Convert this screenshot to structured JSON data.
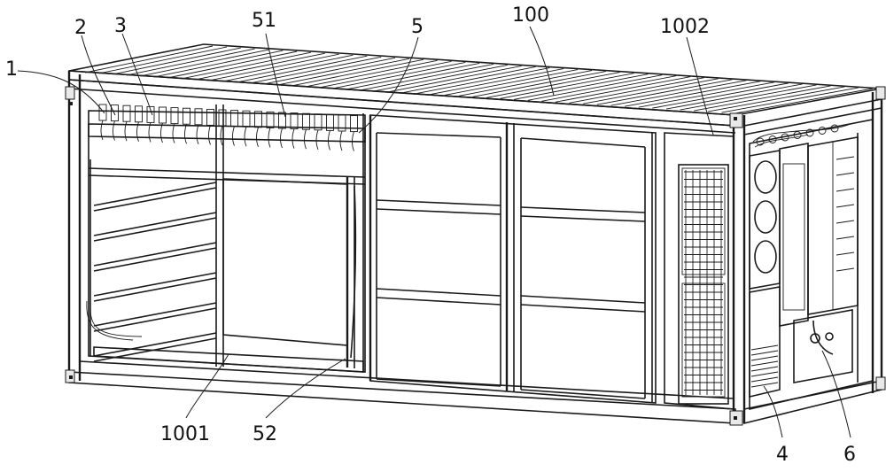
{
  "figure": {
    "labels": {
      "l1": "1",
      "l2": "2",
      "l3": "3",
      "l51": "51",
      "l5": "5",
      "l100": "100",
      "l1002": "1002",
      "l1001": "1001",
      "l52": "52",
      "l4": "4",
      "l6": "6"
    }
  }
}
